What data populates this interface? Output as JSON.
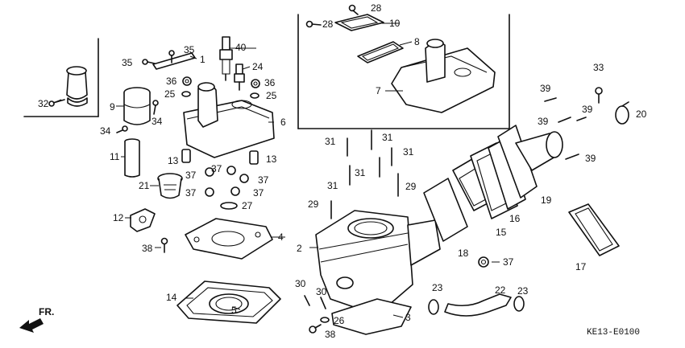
{
  "diagram": {
    "direction_label": "FR.",
    "reference_code": "KE13-E0100",
    "callouts": [
      "1",
      "2",
      "3",
      "4",
      "5",
      "6",
      "7",
      "8",
      "9",
      "10",
      "11",
      "12",
      "13",
      "13",
      "14",
      "15",
      "16",
      "17",
      "18",
      "19",
      "20",
      "21",
      "22",
      "23",
      "23",
      "24",
      "25",
      "25",
      "26",
      "27",
      "28",
      "28",
      "29",
      "29",
      "30",
      "30",
      "31",
      "31",
      "31",
      "31",
      "31",
      "32",
      "33",
      "34",
      "34",
      "35",
      "35",
      "36",
      "36",
      "37",
      "37",
      "37",
      "37",
      "37",
      "37",
      "38",
      "38",
      "39",
      "39",
      "39",
      "39",
      "40"
    ]
  }
}
